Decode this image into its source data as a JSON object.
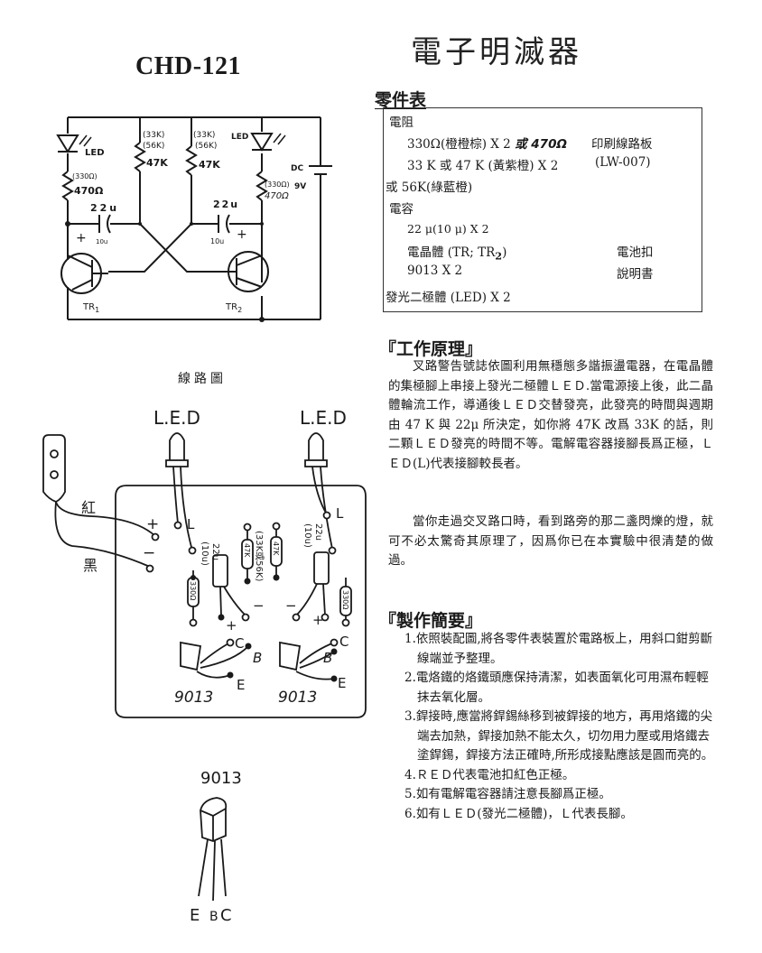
{
  "header": {
    "model": "CHD-121",
    "title": "電子明滅器"
  },
  "parts_list": {
    "heading": "零件表",
    "resistor_label": "電阻",
    "resistor_1": "330Ω(橙橙棕) X 2",
    "resistor_1_note": "或 470Ω",
    "resistor_2": "33 K 或 47 K (黃紫橙) X 2",
    "resistor_3": "或 56K(綠藍橙)",
    "capacitor_label": "電容",
    "capacitor_1": "22 μ(10 μ) X 2",
    "transistor_label": "電晶體 (TR",
    "transistor_label_mid": "; TR",
    "transistor_sub": "2",
    "transistor_label_end": ")",
    "transistor_model": "9013 X 2",
    "led": "發光二極體 (LED) X 2",
    "pcb": "印刷線路板",
    "pcb_code": "(LW-007)",
    "battery_clip": "電池扣",
    "manual": "說明書"
  },
  "principle": {
    "heading": "『工作原理』",
    "paragraph_1": "叉路警告號誌依圖利用無穩態多諧振盪電器，在電晶體的集極腳上串接上發光二極體ＬＥＤ.當電源接上後，此二晶體輪流工作，導通後ＬＥＤ交替發亮，此發亮的時間與週期由 47 K 與 22μ 所決定，如你將 47K 改爲 33K 的話，則二顆ＬＥＤ發亮的時間不等。電解電容器接腳長爲正極，ＬＥＤ(L)代表接腳較長者。",
    "paragraph_2": "當你走過交叉路口時，看到路旁的那二盞閃爍的燈，就可不必太驚奇其原理了，因爲你已在本實驗中很清楚的做過。"
  },
  "assembly": {
    "heading": "『製作簡要』",
    "steps": [
      "1.依照裝配圖,將各零件表裝置於電路板上，用斜口鉗剪斷線端並予整理。",
      "2.電烙鐵的烙鐵頭應保持清潔，如表面氧化可用濕布輕輕抹去氧化層。",
      "3.銲接時,應當將銲錫絲移到被銲接的地方，再用烙鐵的尖端去加熱，銲接加熱不能太久，切勿用力壓或用烙鐵去塗銲錫，銲接方法正確時,所形成接點應該是圓而亮的。",
      "4.ＲＥＤ代表電池扣紅色正極。",
      "5.如有電解電容器請注意長腳爲正極。",
      "6.如有ＬＥＤ(發光二極體)，Ｌ代表長腳。"
    ]
  },
  "schematic": {
    "led_left": "LED",
    "led_right": "LED",
    "r_left_alt": "(330Ω)",
    "r_left": "470Ω",
    "rb_left_alt1": "(33K)",
    "rb_left_alt2": "(56K)",
    "rb_left": "47K",
    "rb_right_alt1": "(33K)",
    "rb_right_alt2": "(56K)",
    "rb_right": "47K",
    "r_right_alt": "(330Ω)",
    "r_right": "470Ω",
    "cap_left": "22u",
    "cap_left_alt": "10u",
    "cap_right": "22u",
    "cap_right_alt": "10u",
    "plus_left": "+",
    "plus_right": "+",
    "dc": "DC",
    "voltage": "9V",
    "tr1": "TR",
    "tr1_sub": "1",
    "tr2": "TR",
    "tr2_sub": "2"
  },
  "layout_diagram": {
    "caption": "線路圖",
    "led_left": "L.E.D",
    "led_right": "L.E.D",
    "long_leg_left": "L",
    "long_leg_right": "L",
    "red_wire": "紅",
    "black_wire": "黑",
    "plus": "+",
    "minus": "−",
    "cap_left": "22u",
    "cap_left_alt": "(10u)",
    "cap_right": "22u",
    "cap_right_alt": "(10u)",
    "res_alt": "(33K或56K)",
    "res_47k_a": "47K",
    "res_47k_b": "47K",
    "res_330_a": "330Ω",
    "res_330_b": "330Ω",
    "cap_plus_left": "+",
    "cap_minus_left": "−",
    "cap_minus_right": "−",
    "cap_plus_right": "+",
    "pin_c": "C",
    "pin_b": "B",
    "pin_e": "E",
    "transistor_left": "9013",
    "transistor_right": "9013"
  },
  "pinout": {
    "model": "9013",
    "pin_e": "E",
    "pin_b": "B",
    "pin_c": "C"
  }
}
